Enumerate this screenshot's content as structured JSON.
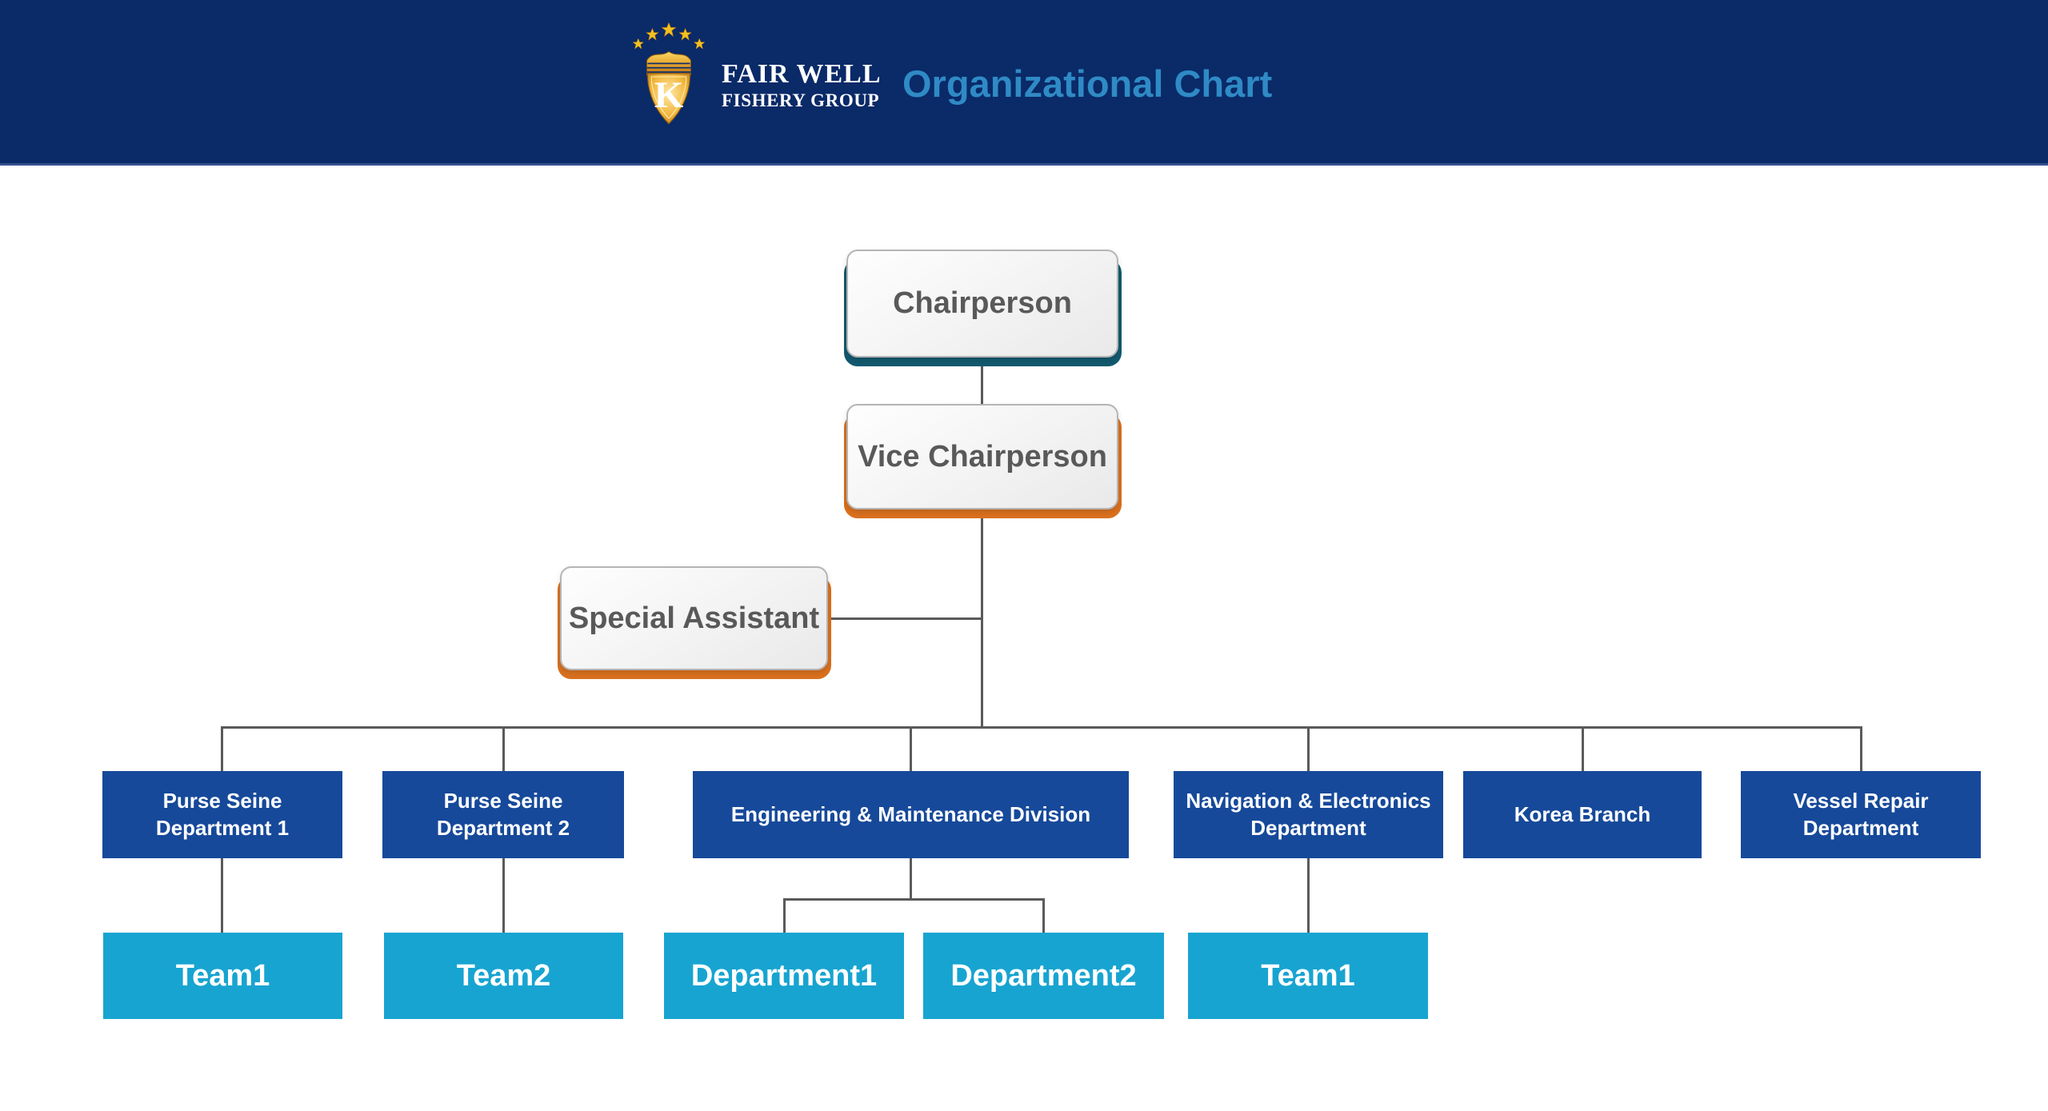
{
  "header": {
    "brand": {
      "monogram": "K",
      "name_line1": "FAIR WELL",
      "name_line2": "FISHERY GROUP",
      "logo_icon": "crown-shield-logo"
    },
    "title": "Organizational Chart"
  },
  "nodes": {
    "chairperson": {
      "label": "Chairperson"
    },
    "vice_chairperson": {
      "label": "Vice Chairperson"
    },
    "special_assistant": {
      "label": "Special Assistant"
    },
    "purse_seine_1": {
      "label": "Purse Seine\nDepartment 1"
    },
    "purse_seine_2": {
      "label": "Purse Seine\nDepartment 2"
    },
    "engineering_maintenance": {
      "label": "Engineering & Maintenance Division"
    },
    "navigation_electronics": {
      "label": "Navigation & Electronics\nDepartment"
    },
    "korea_branch": {
      "label": "Korea Branch"
    },
    "vessel_repair": {
      "label": "Vessel Repair\nDepartment"
    },
    "team1_purse_seine": {
      "label": "Team1"
    },
    "team2_purse_seine": {
      "label": "Team2"
    },
    "department1_engineering": {
      "label": "Department1"
    },
    "department2_engineering": {
      "label": "Department2"
    },
    "team1_navigation": {
      "label": "Team1"
    }
  },
  "colors": {
    "header_bg": "#0A2A68",
    "header_title_text": "#2F8AC5",
    "brand_text": "#FFFFFF",
    "logo_gold": "#E8A82E",
    "department_fill": "#16499A",
    "team_fill": "#18A4D1",
    "chairperson_accent": "#12596F",
    "vice_and_assistant_accent": "#D9701E",
    "executive_node_text": "#595959",
    "connector_line": "#5A5A5B"
  }
}
